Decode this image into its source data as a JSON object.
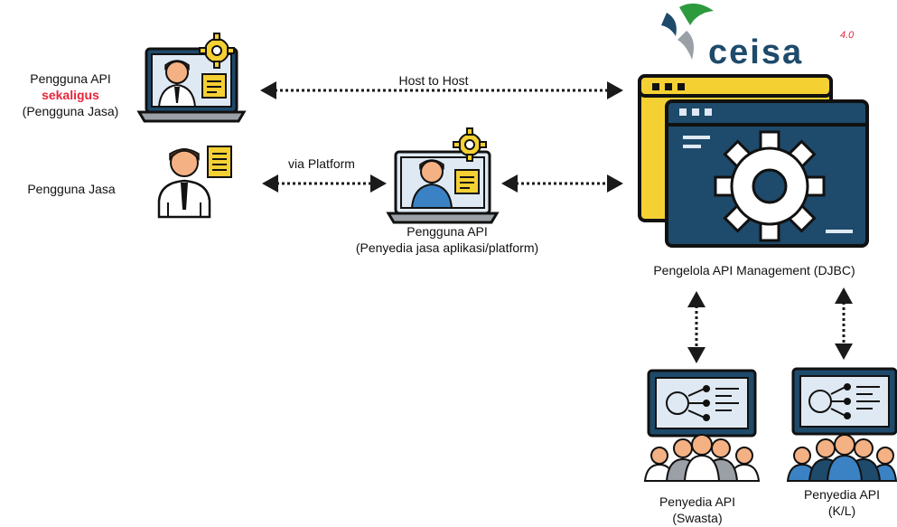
{
  "logo": {
    "brand": "ceisa",
    "version": "4.0"
  },
  "left_user_api": {
    "line1": "Pengguna API",
    "line2": "sekaligus",
    "line3": "(Pengguna Jasa)"
  },
  "left_user_service": {
    "label": "Pengguna Jasa"
  },
  "connection_top": {
    "label": "Host to Host"
  },
  "connection_mid": {
    "label": "via Platform"
  },
  "platform_user": {
    "line1": "Pengguna API",
    "line2": "(Penyedia jasa aplikasi/platform)"
  },
  "manager": {
    "label": "Pengelola API Management (DJBC)"
  },
  "provider_private": {
    "line1": "Penyedia API",
    "line2": "(Swasta)"
  },
  "provider_gov": {
    "line1": "Penyedia API",
    "line2": "(K/L)"
  },
  "colors": {
    "skin": "#f4b183",
    "hair": "#4a2c1a",
    "yellow": "#f5d033",
    "navy": "#1e4a6b",
    "screen": "#dfe9f3",
    "red_text": "#e8253a",
    "arrow": "#1a1a1a",
    "blue_shirt": "#3b82c4",
    "gray_shirt": "#9aa0a6"
  }
}
